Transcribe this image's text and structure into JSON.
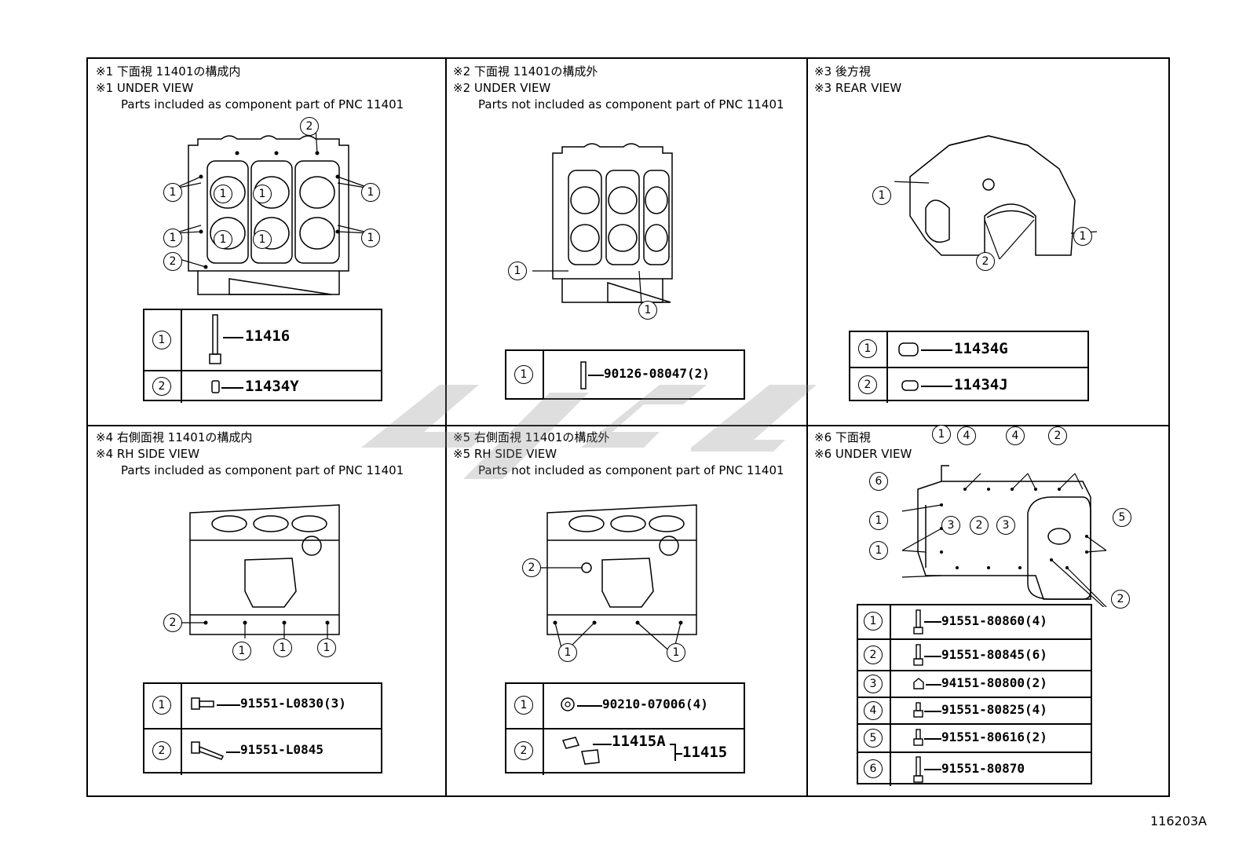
{
  "panels": [
    {
      "jp": "※1 下面視 11401の構成内",
      "en": "※1 UNDER VIEW",
      "note": "Parts included as component part of PNC 11401",
      "parts": [
        {
          "key": "1",
          "pn": "11416"
        },
        {
          "key": "2",
          "pn": "11434Y"
        }
      ]
    },
    {
      "jp": "※2 下面視 11401の構成外",
      "en": "※2 UNDER VIEW",
      "note": "Parts not included as component part of PNC 11401",
      "parts": [
        {
          "key": "1",
          "pn": "90126-08047(2)"
        }
      ]
    },
    {
      "jp": "※3 後方視",
      "en": "※3 REAR VIEW",
      "note": "",
      "parts": [
        {
          "key": "1",
          "pn": "11434G"
        },
        {
          "key": "2",
          "pn": "11434J"
        }
      ]
    },
    {
      "jp": "※4 右側面視 11401の構成内",
      "en": "※4 RH SIDE VIEW",
      "note": "Parts included as component part of PNC 11401",
      "parts": [
        {
          "key": "1",
          "pn": "91551-L0830(3)"
        },
        {
          "key": "2",
          "pn": "91551-L0845"
        }
      ]
    },
    {
      "jp": "※5 右側面視 11401の構成外",
      "en": "※5 RH SIDE VIEW",
      "note": "Parts not included as component part of PNC 11401",
      "parts": [
        {
          "key": "1",
          "pn": "90210-07006(4)"
        },
        {
          "key": "2",
          "pn": "11415A",
          "pn2": "11415"
        }
      ]
    },
    {
      "jp": "※6 下面視",
      "en": "※6 UNDER VIEW",
      "note": "",
      "parts": [
        {
          "key": "1",
          "pn": "91551-80860(4)"
        },
        {
          "key": "2",
          "pn": "91551-80845(6)"
        },
        {
          "key": "3",
          "pn": "94151-80800(2)"
        },
        {
          "key": "4",
          "pn": "91551-80825(4)"
        },
        {
          "key": "5",
          "pn": "91551-80616(2)"
        },
        {
          "key": "6",
          "pn": "91551-80870"
        }
      ]
    }
  ],
  "callouts": {
    "one": "1",
    "two": "2",
    "three": "3",
    "four": "4",
    "five": "5",
    "six": "6"
  },
  "figure_code": "116203A"
}
